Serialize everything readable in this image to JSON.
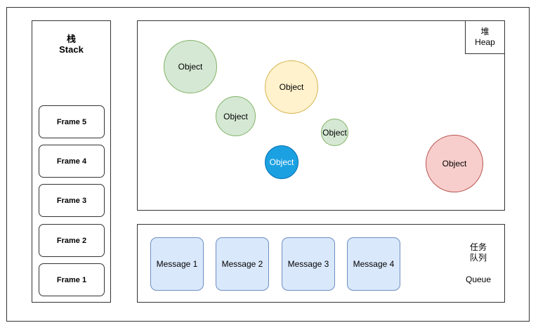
{
  "stack": {
    "title_cn": "栈",
    "title_en": "Stack",
    "frames": [
      "Frame 5",
      "Frame 4",
      "Frame 3",
      "Frame 2",
      "Frame 1"
    ]
  },
  "heap": {
    "label_cn": "堆",
    "label_en": "Heap",
    "objects": [
      {
        "label": "Object",
        "color": "#d5e8d4"
      },
      {
        "label": "Object",
        "color": "#fff2cc"
      },
      {
        "label": "Object",
        "color": "#d5e8d4"
      },
      {
        "label": "Object",
        "color": "#d5e8d4"
      },
      {
        "label": "Object",
        "color": "#1ba1e2"
      },
      {
        "label": "Object",
        "color": "#f8cecc"
      }
    ]
  },
  "queue": {
    "label_cn_line1": "任务",
    "label_cn_line2": "队列",
    "label_en": "Queue",
    "messages": [
      "Message 1",
      "Message 2",
      "Message 3",
      "Message 4"
    ]
  }
}
